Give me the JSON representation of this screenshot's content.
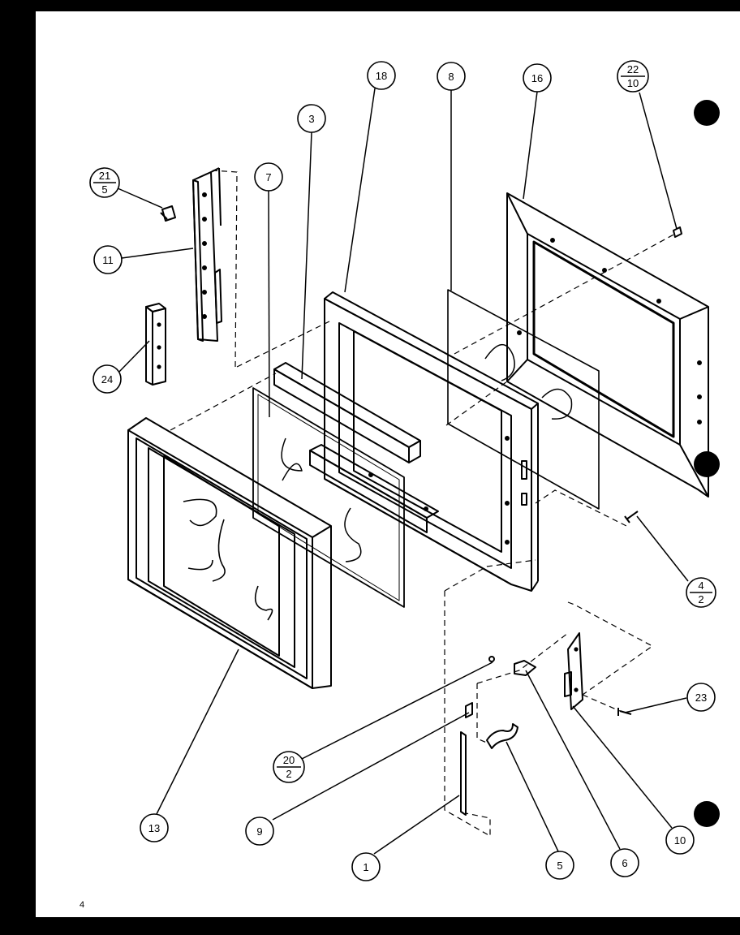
{
  "page_number": "4",
  "callouts": [
    {
      "id": "c18",
      "label": "18"
    },
    {
      "id": "c8",
      "label": "8"
    },
    {
      "id": "c16",
      "label": "16"
    },
    {
      "id": "c22-10",
      "num": "22",
      "den": "10"
    },
    {
      "id": "c3",
      "label": "3"
    },
    {
      "id": "c7",
      "label": "7"
    },
    {
      "id": "c21-5",
      "num": "21",
      "den": "5"
    },
    {
      "id": "c11",
      "label": "11"
    },
    {
      "id": "c24",
      "label": "24"
    },
    {
      "id": "c4-2",
      "num": "4",
      "den": "2"
    },
    {
      "id": "c23",
      "label": "23"
    },
    {
      "id": "c20-2",
      "num": "20",
      "den": "2"
    },
    {
      "id": "c13",
      "label": "13"
    },
    {
      "id": "c9",
      "label": "9"
    },
    {
      "id": "c1",
      "label": "1"
    },
    {
      "id": "c5",
      "label": "5"
    },
    {
      "id": "c6",
      "label": "6"
    },
    {
      "id": "c10",
      "label": "10"
    }
  ]
}
